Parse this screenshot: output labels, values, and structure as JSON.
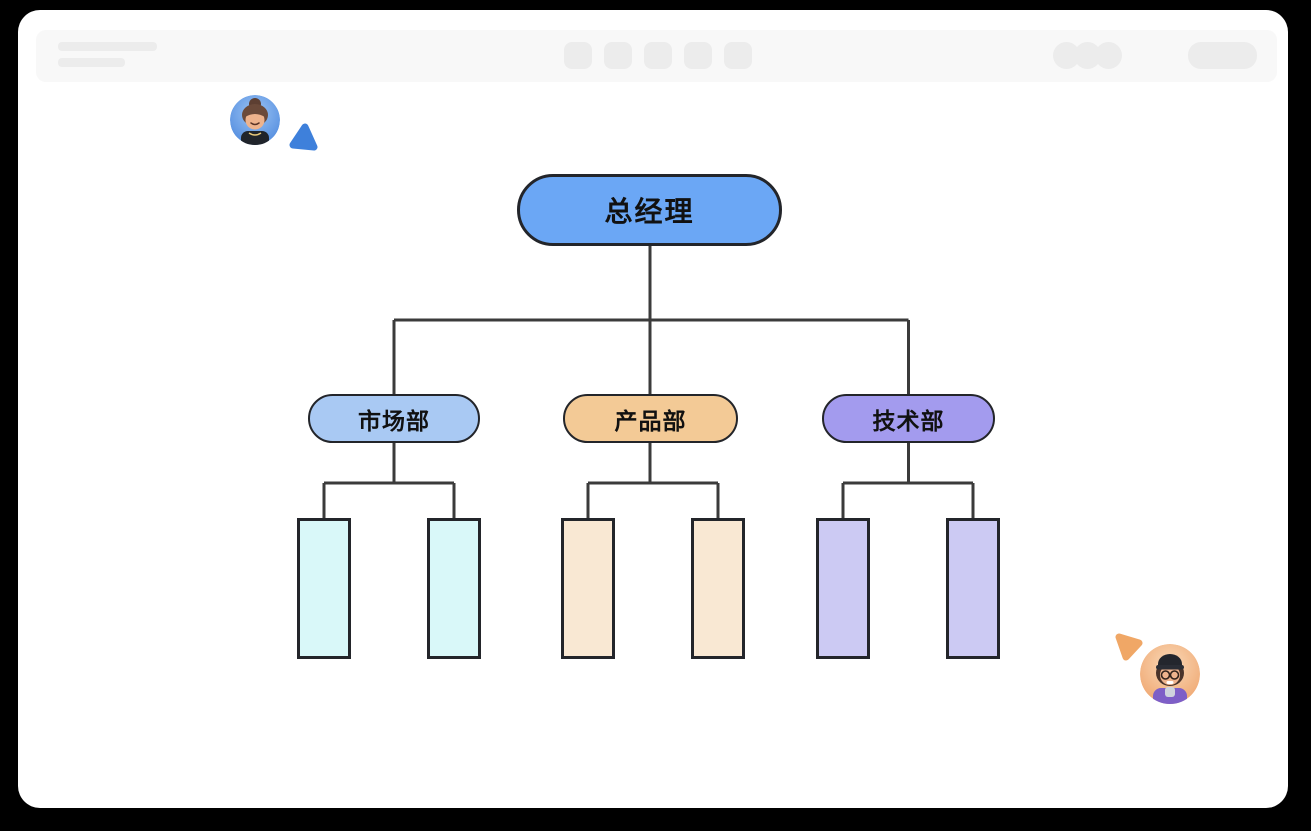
{
  "frame": {
    "background": "#000000",
    "noise_style": "white-speckle-static"
  },
  "window": {
    "background": "#ffffff"
  },
  "toolbar": {
    "background": "#f8f8f8",
    "placeholder_color": "#ececec",
    "text_placeholder_lines": 2,
    "icon_placeholder_count": 5,
    "avatar_stack_count": 3,
    "has_button_placeholder": true
  },
  "org_chart": {
    "root": {
      "label": "总经理",
      "fill": "#6BA7F5"
    },
    "departments": [
      {
        "label": "市场部",
        "fill": "#A9C9F3",
        "leaf_fill": "#D9F8F9",
        "leaf_count": 2
      },
      {
        "label": "产品部",
        "fill": "#F3CA96",
        "leaf_fill": "#F9E8D3",
        "leaf_count": 2
      },
      {
        "label": "技术部",
        "fill": "#A39BEE",
        "leaf_fill": "#CCCAF3",
        "leaf_count": 2
      }
    ],
    "node_border_color": "#23252a",
    "connector_color": "#3b3b3b"
  },
  "collaborators": [
    {
      "id": "collaborator-top-left",
      "cursor_color": "#3E80DB",
      "avatar_bg": "#5A93E4",
      "position": "top-left"
    },
    {
      "id": "collaborator-bottom-right",
      "cursor_color": "#F0A766",
      "avatar_bg": "#F2B27E",
      "position": "bottom-right"
    }
  ]
}
